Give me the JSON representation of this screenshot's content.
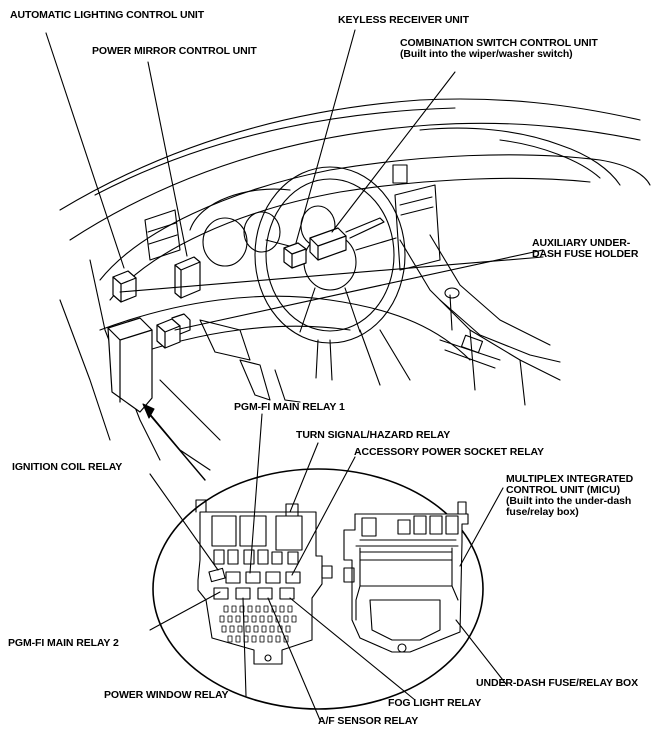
{
  "labels": {
    "automatic_lighting": "AUTOMATIC LIGHTING CONTROL UNIT",
    "power_mirror": "POWER MIRROR CONTROL UNIT",
    "keyless_receiver": "KEYLESS RECEIVER UNIT",
    "combination_switch": "COMBINATION SWITCH CONTROL UNIT",
    "combination_switch_note": "(Built into the wiper/washer switch)",
    "auxiliary_fuse_1": "AUXILIARY UNDER-",
    "auxiliary_fuse_2": "DASH FUSE HOLDER",
    "pgmfi_main_relay_1": "PGM-FI MAIN RELAY 1",
    "turn_signal_relay": "TURN SIGNAL/HAZARD RELAY",
    "accessory_socket_relay": "ACCESSORY POWER SOCKET RELAY",
    "ignition_coil_relay": "IGNITION COIL RELAY",
    "micu_1": "MULTIPLEX INTEGRATED",
    "micu_2": "CONTROL UNIT (MICU)",
    "micu_3": "(Built into the under-dash",
    "micu_4": "fuse/relay box)",
    "pgmfi_main_relay_2": "PGM-FI MAIN RELAY 2",
    "under_dash_box": "UNDER-DASH FUSE/RELAY BOX",
    "power_window_relay": "POWER WINDOW RELAY",
    "fog_light_relay": "FOG LIGHT RELAY",
    "af_sensor_relay": "A/F SENSOR RELAY"
  }
}
